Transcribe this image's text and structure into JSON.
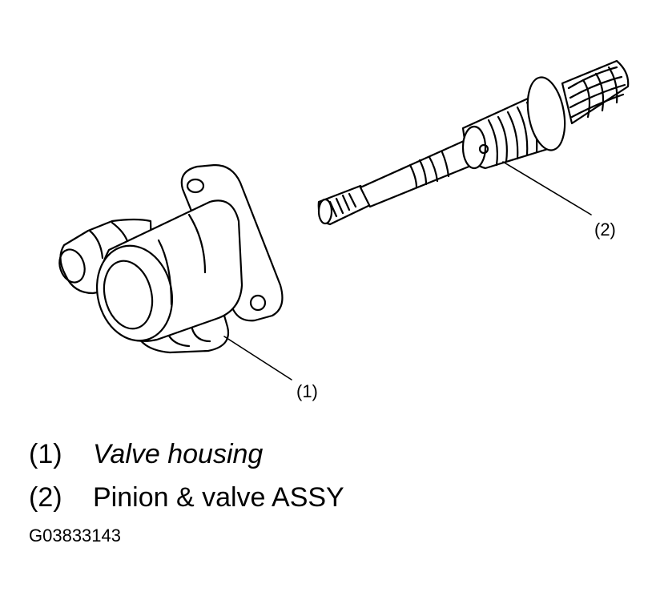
{
  "callouts": [
    {
      "number": "(1)"
    },
    {
      "number": "(2)"
    }
  ],
  "legend": [
    {
      "number": "(1)",
      "text": "Valve housing"
    },
    {
      "number": "(2)",
      "text": "Pinion & valve ASSY"
    }
  ],
  "figure_id": "G03833143"
}
